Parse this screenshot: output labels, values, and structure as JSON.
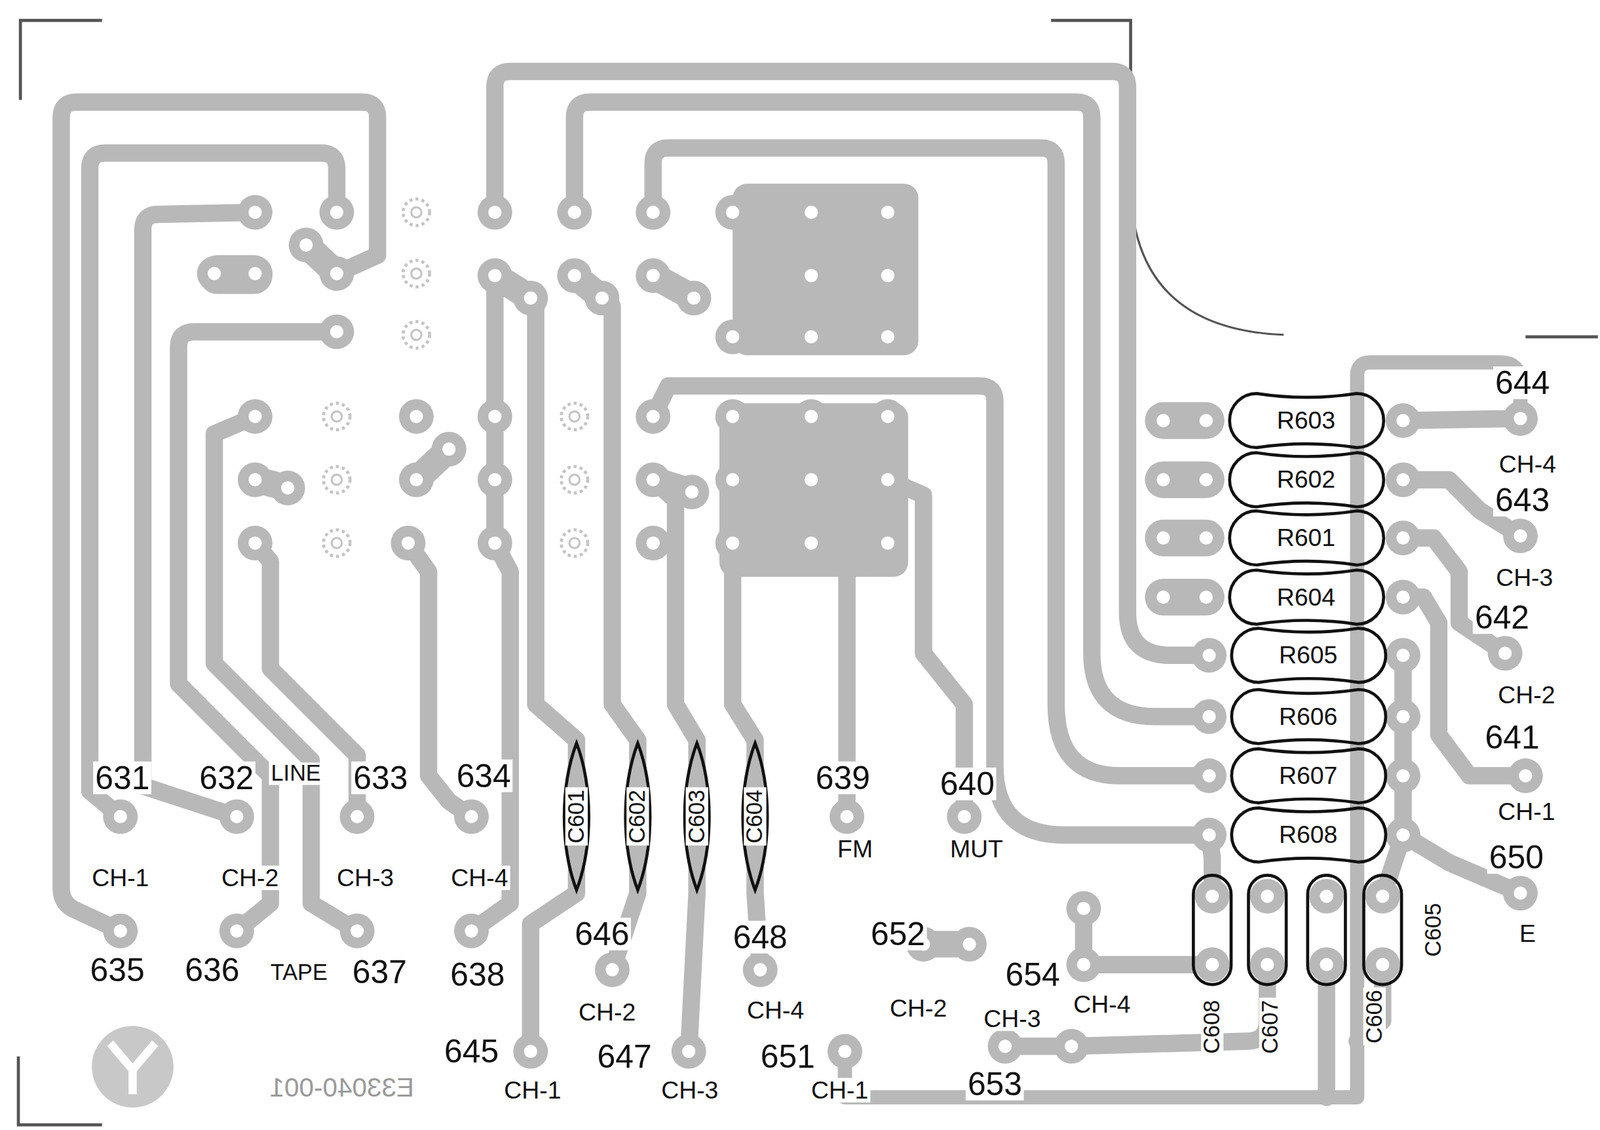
{
  "diagram": {
    "nodes": [
      {
        "text": [
          "R603"
        ]
      },
      {
        "text": [
          "R602"
        ]
      },
      {
        "text": [
          "R601"
        ]
      },
      {
        "text": [
          "R604"
        ]
      },
      {
        "text": [
          "R605"
        ]
      },
      {
        "text": [
          "R606"
        ]
      },
      {
        "text": [
          "R607"
        ]
      },
      {
        "text": [
          "R608"
        ]
      },
      {
        "text": [
          "C601"
        ]
      },
      {
        "text": [
          "C602"
        ]
      },
      {
        "text": [
          "C603"
        ]
      },
      {
        "text": [
          "C604"
        ]
      },
      {
        "text": [
          "C605"
        ]
      },
      {
        "text": [
          "C606"
        ]
      },
      {
        "text": [
          "C607"
        ]
      },
      {
        "text": [
          "C608"
        ]
      }
    ],
    "labels": [
      "644",
      "CH-4",
      "643",
      "CH-3",
      "642",
      "CH-2",
      "641",
      "631",
      "632",
      "LINE",
      "633",
      "634",
      "639",
      "640",
      "CH-1",
      "FM",
      "MUT",
      "650",
      "CH-1",
      "CH-2",
      "CH-3",
      "CH-4",
      "E",
      "646",
      "648",
      "652",
      "635",
      "636",
      "TAPE",
      "637",
      "638",
      "654",
      "CH-2",
      "CH-4",
      "CH-2",
      "CH-4",
      "CH-3",
      "645",
      "647",
      "651",
      "653",
      "CH-1",
      "CH-3",
      "CH-1",
      "E33040-001"
    ]
  }
}
